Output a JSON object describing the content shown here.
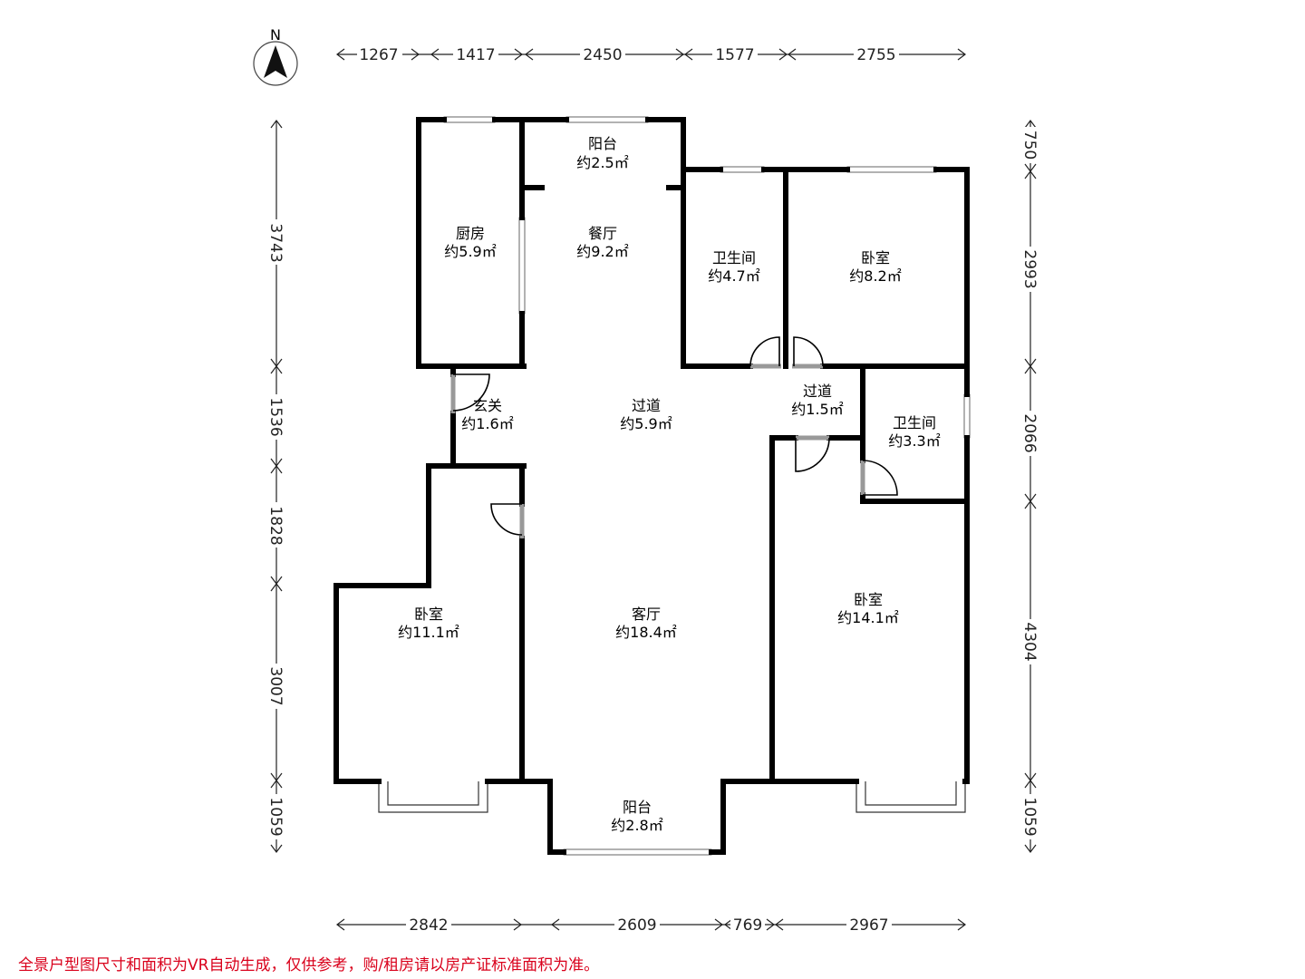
{
  "compass": {
    "label": "N",
    "icon": "north-arrow-icon"
  },
  "dimensions": {
    "top": [
      "1267",
      "1417",
      "2450",
      "1577",
      "2755"
    ],
    "bottom": [
      "2842",
      "2609",
      "769",
      "2967"
    ],
    "left": [
      "3743",
      "1536",
      "1828",
      "3007",
      "1059"
    ],
    "right": [
      "750",
      "2993",
      "2066",
      "4304",
      "1059"
    ]
  },
  "rooms": {
    "balcony_top": {
      "name": "阳台",
      "area": "约2.5㎡"
    },
    "kitchen": {
      "name": "厨房",
      "area": "约5.9㎡"
    },
    "dining": {
      "name": "餐厅",
      "area": "约9.2㎡"
    },
    "bath1": {
      "name": "卫生间",
      "area": "约4.7㎡"
    },
    "bedroom_ne": {
      "name": "卧室",
      "area": "约8.2㎡"
    },
    "entry": {
      "name": "玄关",
      "area": "约1.6㎡"
    },
    "corridor_main": {
      "name": "过道",
      "area": "约5.9㎡"
    },
    "corridor_small": {
      "name": "过道",
      "area": "约1.5㎡"
    },
    "bath2": {
      "name": "卫生间",
      "area": "约3.3㎡"
    },
    "bedroom_w": {
      "name": "卧室",
      "area": "约11.1㎡"
    },
    "living": {
      "name": "客厅",
      "area": "约18.4㎡"
    },
    "bedroom_se": {
      "name": "卧室",
      "area": "约14.1㎡"
    },
    "balcony_bottom": {
      "name": "阳台",
      "area": "约2.8㎡"
    }
  },
  "disclaimer": "全景户型图尺寸和面积为VR自动生成，仅供参考，购/租房请以房产证标准面积为准。",
  "colors": {
    "wall": "#000000",
    "disclaimer": "#d9001b"
  }
}
